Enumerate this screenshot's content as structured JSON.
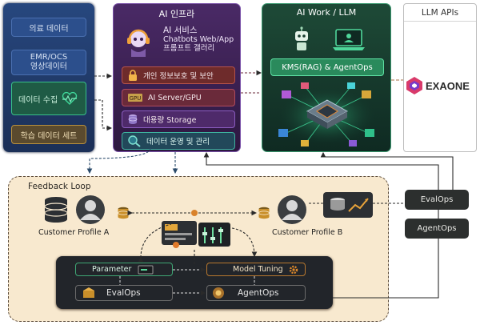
{
  "panels": {
    "ai_infra": {
      "title": "AI 인프라"
    },
    "ai_work": {
      "title": "AI Work / LLM"
    },
    "llm_apis": {
      "title": "LLM APIs"
    }
  },
  "data_sources": {
    "items": [
      {
        "label": "의료 데이터"
      },
      {
        "label_lines": [
          "EMR/OCS",
          "영상데이터"
        ]
      },
      {
        "label": "데이터 수집"
      },
      {
        "label": "학습 데이터 세트"
      }
    ]
  },
  "ai_infra": {
    "service_lines": [
      "AI 서비스",
      "Chatbots Web/App",
      "프롬프트 갤러리"
    ],
    "items": [
      {
        "label": "개인 정보보호 및 보안"
      },
      {
        "label": "AI Server/GPU"
      },
      {
        "label": "대용량 Storage"
      },
      {
        "label": "데이터 운영 및 관리"
      }
    ]
  },
  "ai_work": {
    "kms_label": "KMS(RAG) & AgentOps"
  },
  "llm_apis": {
    "brand": "EXAONE"
  },
  "ops_boxes": {
    "evalops": "EvalOps",
    "agentops": "AgentOps"
  },
  "feedback": {
    "title": "Feedback Loop",
    "profile_a": "Customer Profile A",
    "profile_b": "Customer Profile B",
    "pipeline": {
      "parameter": "Parameter",
      "model_tuning": "Model Tuning",
      "evalops": "EvalOps",
      "agentops": "AgentOps"
    }
  },
  "colors": {
    "data_panel": "#1e3a6e",
    "infra_panel": "#3b1f52",
    "work_panel": "#163a2c",
    "feedback_bg": "#f7e8cc",
    "accent_green": "#38c08a",
    "accent_orange": "#d98a3a"
  },
  "icons": [
    "headset-robot-icon",
    "lock-icon",
    "gpu-chip-icon",
    "storage-icon",
    "magnifier-icon",
    "robot-icon",
    "laptop-icon",
    "chip-network-icon",
    "exaone-logo",
    "database-icon",
    "user-avatar-icon",
    "dashboard-icon",
    "trend-chart-icon",
    "gear-icon",
    "box-icon"
  ]
}
